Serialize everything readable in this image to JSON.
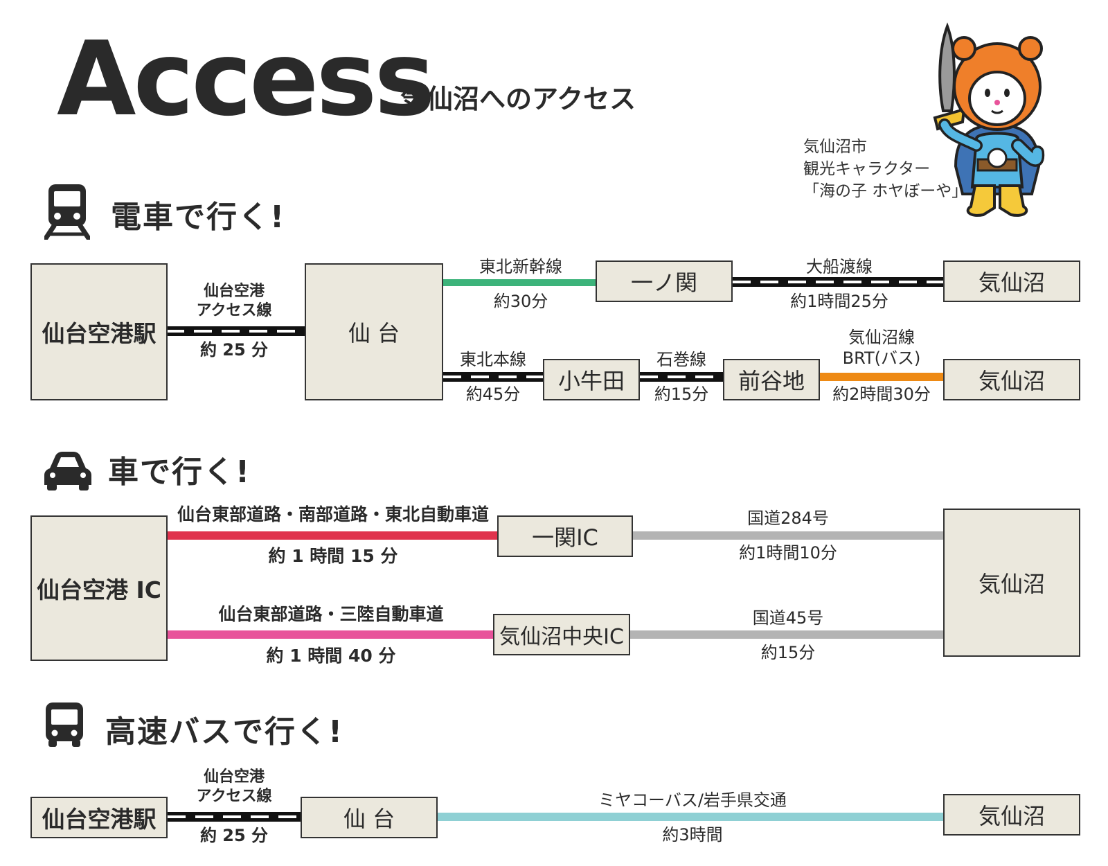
{
  "header": {
    "title": "Access",
    "subtitle": "気仙沼へのアクセス"
  },
  "mascot": {
    "line1": "気仙沼市",
    "line2": "観光キャラクター",
    "line3": "「海の子 ホヤぼーや」"
  },
  "train": {
    "heading": "電車で行く!",
    "icon": "train-icon",
    "stations": {
      "airport": "仙台空港駅",
      "sendai": "仙 台",
      "ichinoseki": "一ノ関",
      "kesennuma1": "気仙沼",
      "kogota": "小牛田",
      "maeyachi": "前谷地",
      "kesennuma2": "気仙沼"
    },
    "routes": {
      "access_line_l1": "仙台空港",
      "access_line_l2": "アクセス線",
      "access_time": "約 25 分",
      "shinkansen": "東北新幹線",
      "shinkansen_time": "約30分",
      "ofunato": "大船渡線",
      "ofunato_time": "約1時間25分",
      "tohoku_main": "東北本線",
      "tohoku_main_time": "約45分",
      "ishinomaki": "石巻線",
      "ishinomaki_time": "約15分",
      "brt_l1": "気仙沼線",
      "brt_l2": "BRT(バス)",
      "brt_time": "約2時間30分"
    },
    "colors": {
      "shinkansen": "#3cb37a",
      "brt": "#ee8a14"
    }
  },
  "car": {
    "heading": "車で行く!",
    "icon": "car-icon",
    "nodes": {
      "airport_ic": "仙台空港 IC",
      "ichinoseki_ic": "一関IC",
      "kesennuma_chuo_ic": "気仙沼中央IC",
      "kesennuma": "気仙沼"
    },
    "routes": {
      "upper_road": "仙台東部道路・南部道路・東北自動車道",
      "upper_time": "約 1 時間 15 分",
      "route284": "国道284号",
      "route284_time": "約1時間10分",
      "lower_road": "仙台東部道路・三陸自動車道",
      "lower_time": "約 1 時間 40 分",
      "route45": "国道45号",
      "route45_time": "約15分"
    },
    "colors": {
      "upper": "#e0324d",
      "lower": "#e8539a",
      "national": "#b4b4b4"
    }
  },
  "bus": {
    "heading": "高速バスで行く!",
    "icon": "bus-icon",
    "nodes": {
      "airport": "仙台空港駅",
      "sendai": "仙 台",
      "kesennuma": "気仙沼"
    },
    "routes": {
      "access_line_l1": "仙台空港",
      "access_line_l2": "アクセス線",
      "access_time": "約 25 分",
      "bus_line": "ミヤコーバス/岩手県交通",
      "bus_time": "約3時間"
    },
    "colors": {
      "bus": "#8fd0d4"
    }
  }
}
